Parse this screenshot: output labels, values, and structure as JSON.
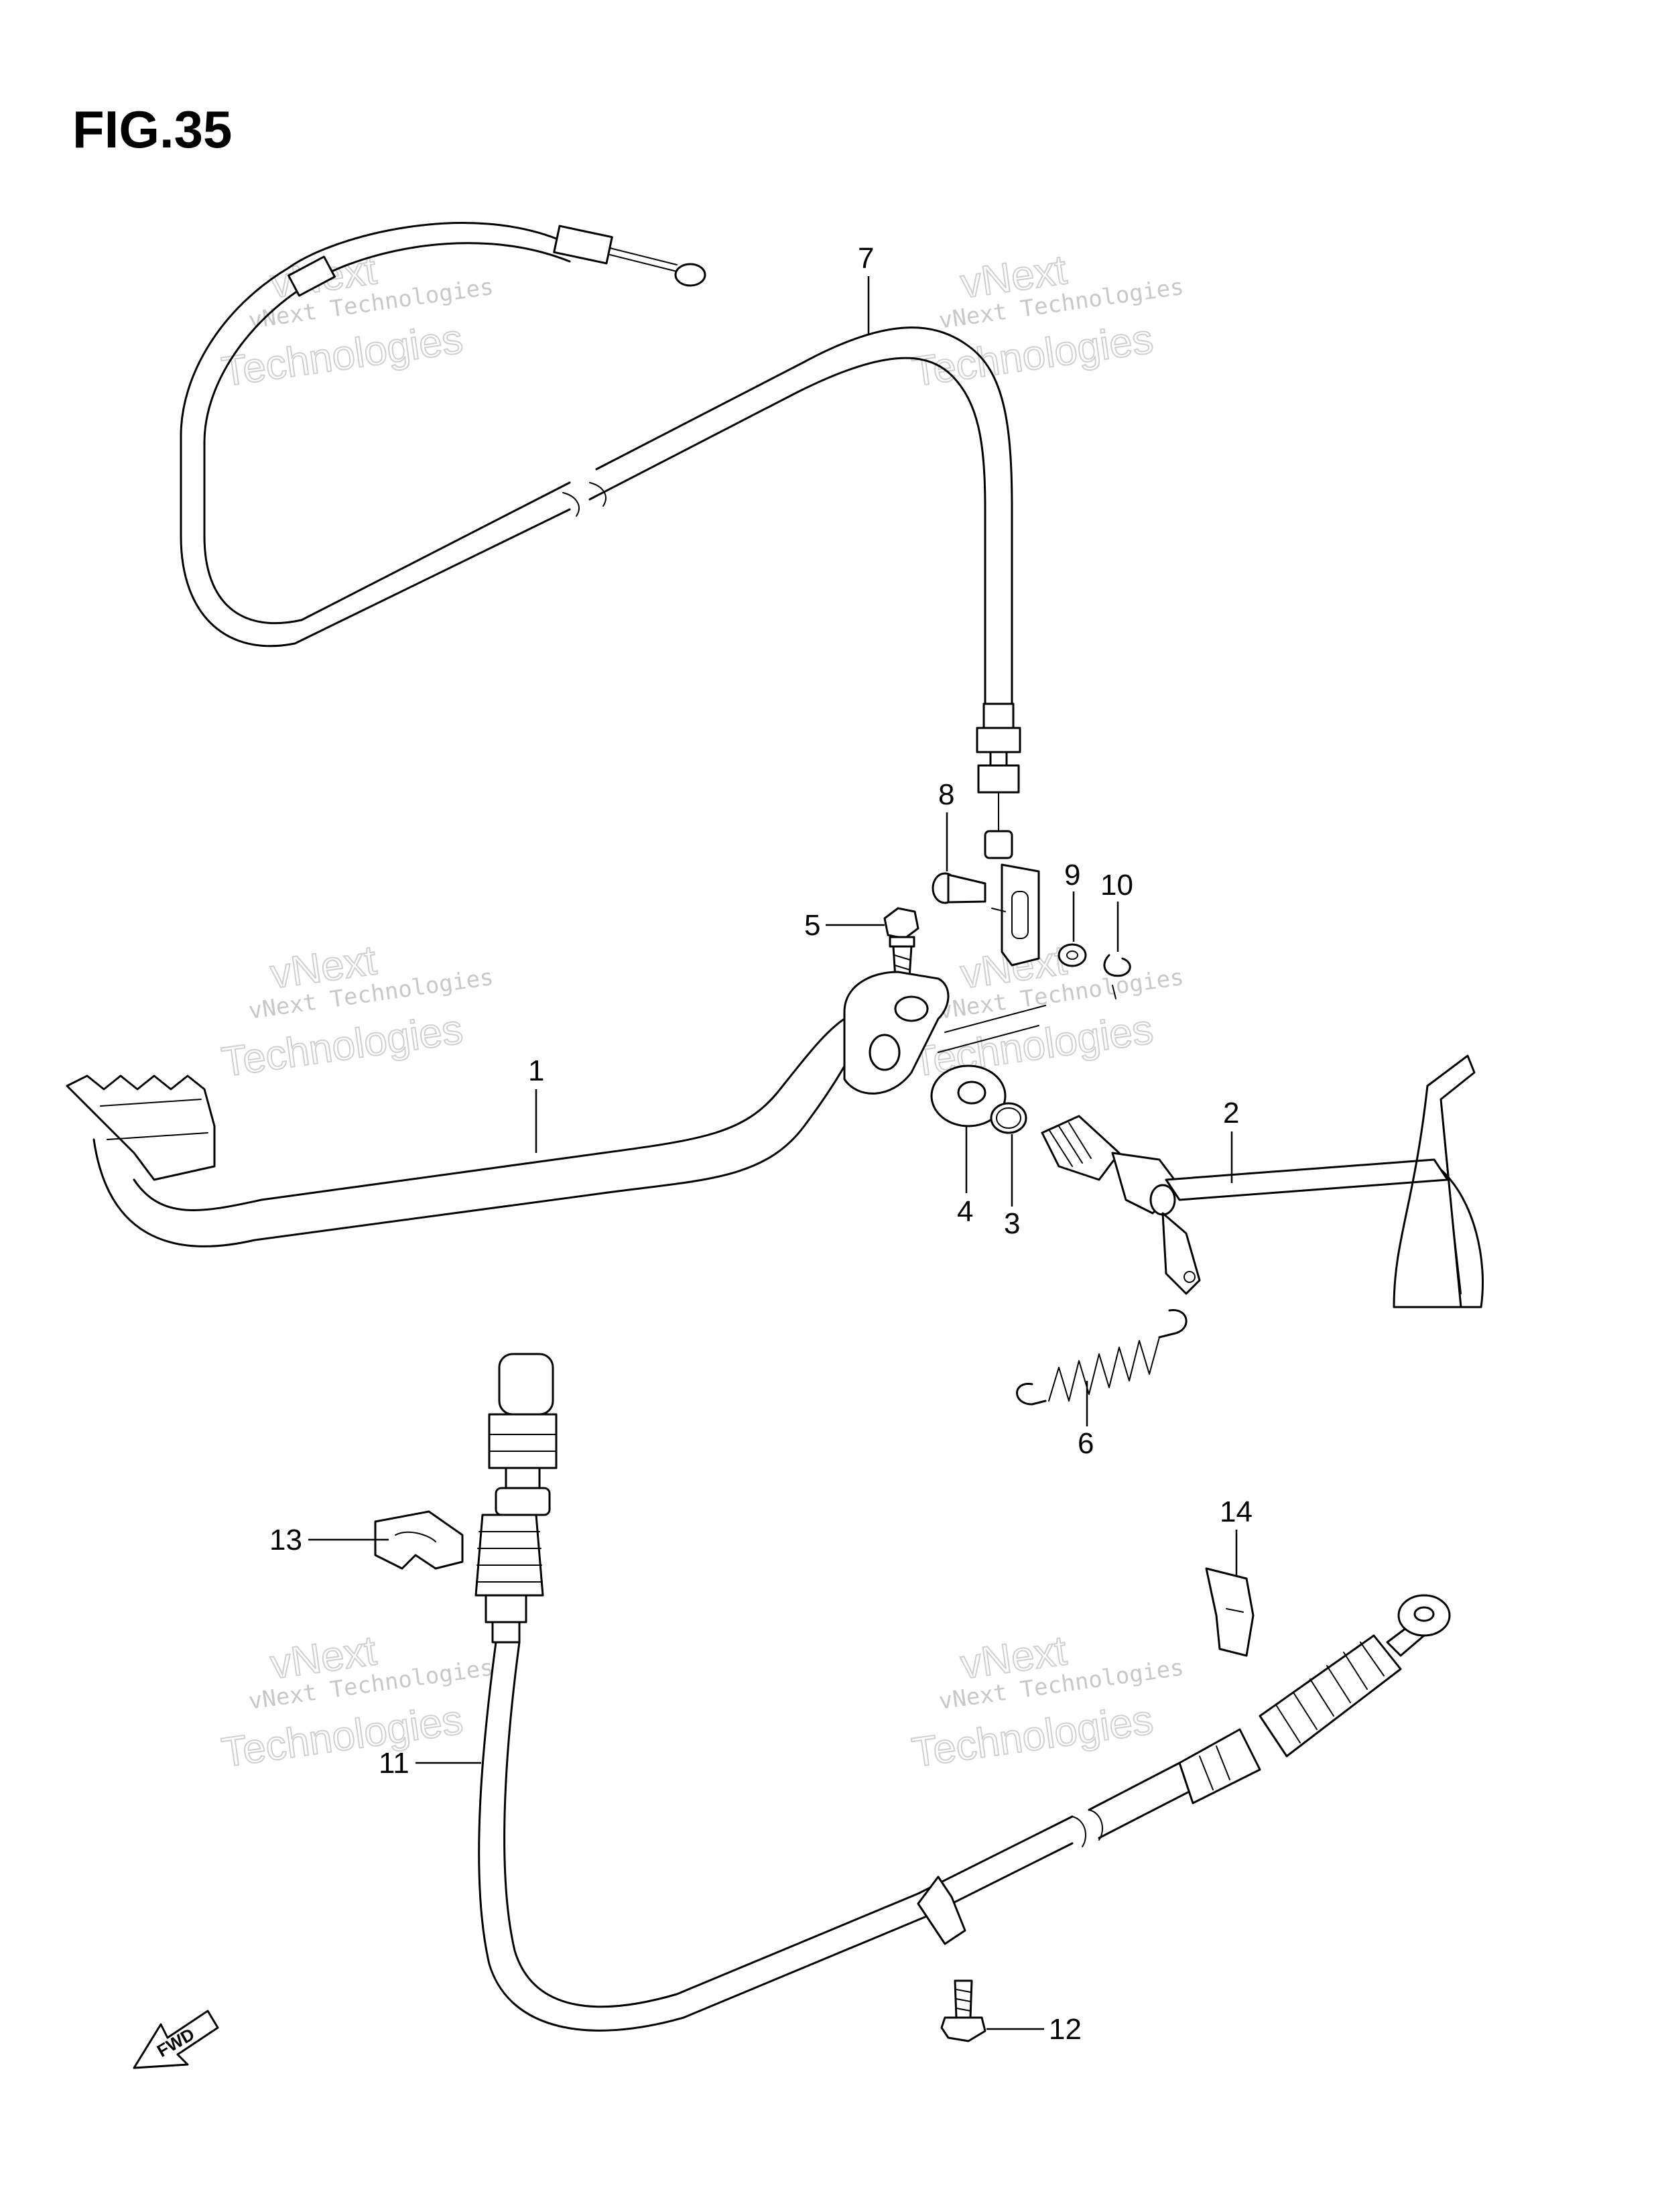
{
  "figure": {
    "title": "FIG.35"
  },
  "watermark": {
    "line1": "vNext Technologies",
    "line2": "vNext",
    "line3": "Technologies"
  },
  "callouts": [
    {
      "id": "1",
      "label": "1"
    },
    {
      "id": "2",
      "label": "2"
    },
    {
      "id": "3",
      "label": "3"
    },
    {
      "id": "4",
      "label": "4"
    },
    {
      "id": "5",
      "label": "5"
    },
    {
      "id": "6",
      "label": "6"
    },
    {
      "id": "7",
      "label": "7"
    },
    {
      "id": "8",
      "label": "8"
    },
    {
      "id": "9",
      "label": "9"
    },
    {
      "id": "10",
      "label": "10"
    },
    {
      "id": "11",
      "label": "11"
    },
    {
      "id": "12",
      "label": "12"
    },
    {
      "id": "13",
      "label": "13"
    },
    {
      "id": "14",
      "label": "14"
    }
  ],
  "direction_arrow": {
    "label": "FWD"
  }
}
